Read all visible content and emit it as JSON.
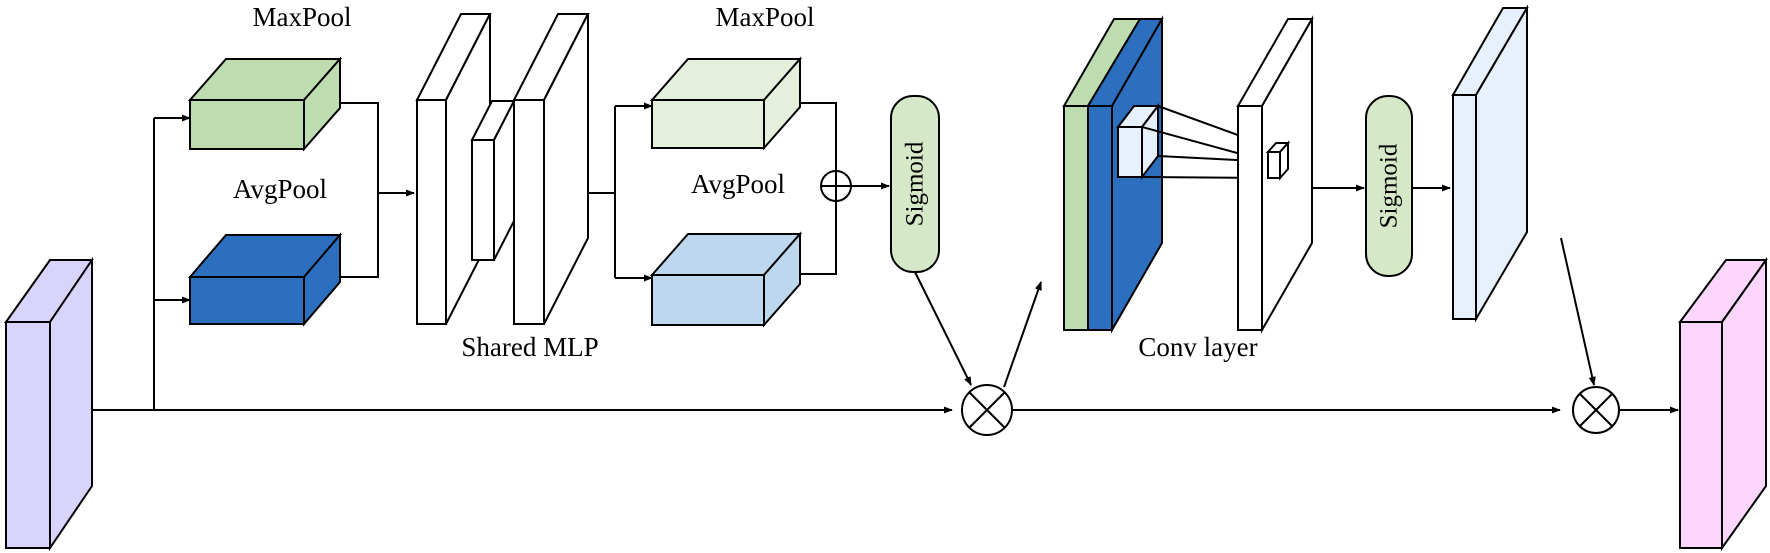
{
  "labels": {
    "maxpool_1": "MaxPool",
    "avgpool_1": "AvgPool",
    "shared_mlp": "Shared MLP",
    "maxpool_2": "MaxPool",
    "avgpool_2": "AvgPool",
    "sigmoid_1": "Sigmoid",
    "conv_layer": "Conv layer",
    "sigmoid_2": "Sigmoid"
  },
  "colors": {
    "input_feature": "#D9D4FB",
    "maxpool_feature": "#BDDDB0",
    "avgpool_feature": "#2C6FBF",
    "maxpool_attention": "#E4F0DC",
    "avgpool_attention": "#BDD7EE",
    "sigmoid_block": "#D5E8C8",
    "spatial_green": "#BDDDB0",
    "spatial_blue": "#2C6FBF",
    "spatial_attention": "#E7F1FD",
    "output_feature": "#FCD6FF",
    "line": "#000000"
  }
}
